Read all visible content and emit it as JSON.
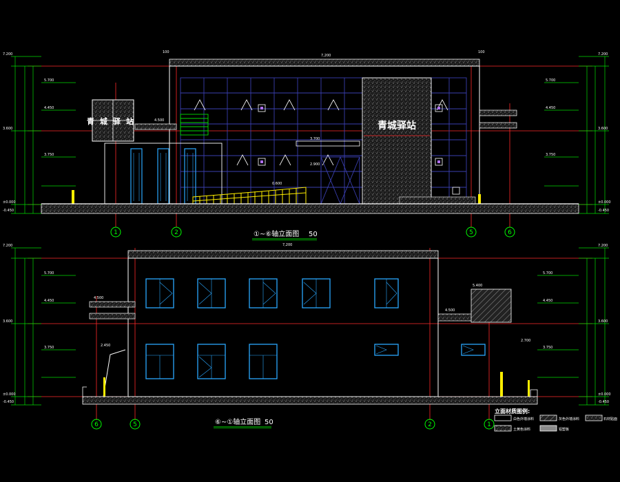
{
  "colors": {
    "background": "#000000",
    "axis_line": "#ff2a2a",
    "dimension": "#00dd00",
    "wall": "#ffffff",
    "grid_cyan": "#2aa8ff",
    "glass": "#3a3fb0",
    "ramp": "#ffee00",
    "hatch": "#aaaaaa",
    "bubble": "#00ff00",
    "text": "#ffffff",
    "stone": "#8a8a8a"
  },
  "icons": {
    "axis_bubble": "circle-with-numeral",
    "elevation_marker": "triangle-elevation-mark",
    "hatch_pattern": "speckled-hatch"
  },
  "drawing": {
    "upper": {
      "title": "①~⑥轴立面图",
      "scale": "50",
      "signboard": "青城驿站",
      "wall_sign": "青城驿站",
      "axis_bubbles": [
        "1",
        "2",
        "5",
        "6"
      ],
      "top_dim": "7,200",
      "elevations_left": [
        "7.200",
        "5.700",
        "4.450",
        "3.600",
        "3.750",
        "±0.000",
        "-0.450"
      ],
      "elevations_right": [
        "7.200",
        "5.700",
        "4.450",
        "3.600",
        "3.750",
        "±0.000",
        "-0.450"
      ],
      "notes": {
        "canopy_elev": "4.500",
        "ramp_label": "0.600",
        "door_elev": "2.900",
        "gate_elev": "3.700",
        "roof_left": "100",
        "roof_right": "100"
      }
    },
    "lower": {
      "title": "⑥~①轴立面图",
      "scale": "50",
      "axis_bubbles": [
        "6",
        "5",
        "2",
        "1"
      ],
      "top_dim": "7,200",
      "elevations_left": [
        "7.200",
        "5.700",
        "4.450",
        "3.600",
        "3.750",
        "±0.000",
        "-0.450"
      ],
      "elevations_right": [
        "7.200",
        "5.700",
        "4.450",
        "3.600",
        "3.750",
        "±0.000",
        "-0.450"
      ],
      "notes": {
        "canopy_left": "4.500",
        "canopy_right": "4.500",
        "stair_elev": "2.450",
        "box_elev": "5.400",
        "ledge_elev": "2.700"
      }
    },
    "legend": {
      "title": "立面材质图例:",
      "items": [
        "白色外墙涂料",
        "灰色外墙涂料",
        "石材贴面",
        "土黄色涂料",
        "铝塑板"
      ]
    }
  }
}
